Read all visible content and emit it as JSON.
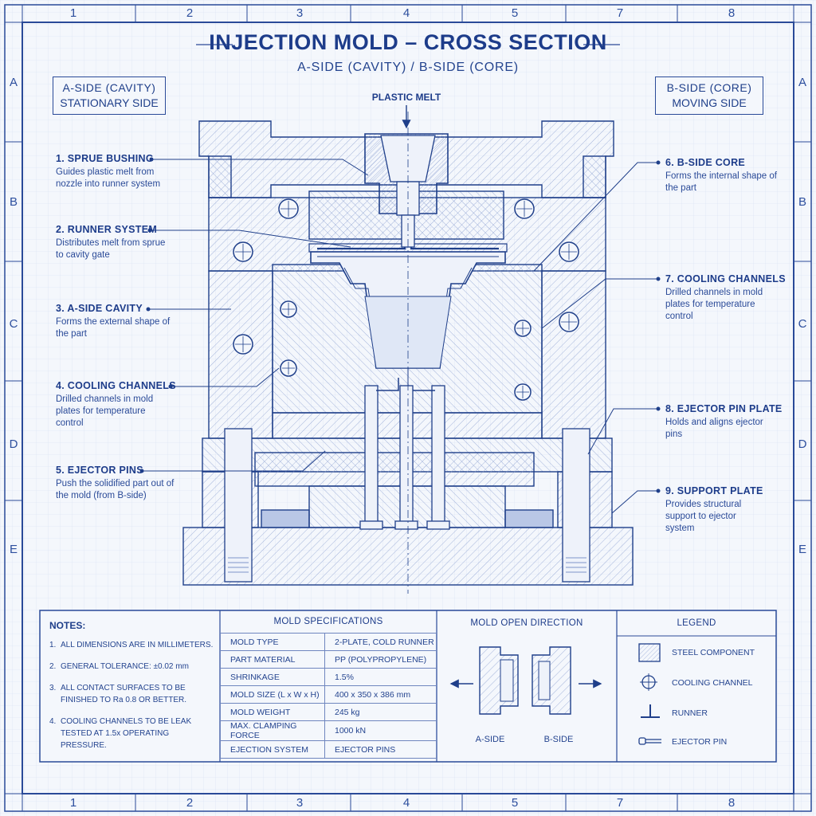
{
  "zones": {
    "columns": [
      "1",
      "2",
      "3",
      "4",
      "5",
      "7",
      "8"
    ],
    "rows": [
      "A",
      "B",
      "C",
      "D",
      "E"
    ]
  },
  "title": "INJECTION MOLD – CROSS SECTION",
  "subtitle": "A-SIDE (CAVITY) / B-SIDE (CORE)",
  "a_side_box": {
    "line1": "A-SIDE (CAVITY)",
    "line2": "STATIONARY SIDE"
  },
  "b_side_box": {
    "line1": "B-SIDE (CORE)",
    "line2": "MOVING SIDE"
  },
  "plastic_melt": "PLASTIC MELT",
  "callouts_left": [
    {
      "title": "1. SPRUE BUSHING",
      "desc": "Guides plastic melt from nozzle into runner system"
    },
    {
      "title": "2. RUNNER SYSTEM",
      "desc": "Distributes melt from sprue to cavity gate"
    },
    {
      "title": "3. A-SIDE CAVITY",
      "desc": "Forms the external shape of the part"
    },
    {
      "title": "4. COOLING CHANNELS",
      "desc": "Drilled channels in mold plates for temperature control"
    },
    {
      "title": "5. EJECTOR PINS",
      "desc": "Push the solidified part out of the mold (from B-side)"
    }
  ],
  "callouts_right": [
    {
      "title": "6. B-SIDE CORE",
      "desc": "Forms the internal shape of the part"
    },
    {
      "title": "7. COOLING CHANNELS",
      "desc": "Drilled channels in mold plates for temperature control"
    },
    {
      "title": "8. EJECTOR PIN PLATE",
      "desc": "Holds and aligns ejector pins"
    },
    {
      "title": "9. SUPPORT PLATE",
      "desc": "Provides structural support to ejector system"
    }
  ],
  "notes": {
    "heading": "NOTES:",
    "items": [
      {
        "num": "1.",
        "text": "ALL DIMENSIONS ARE IN MILLIMETERS."
      },
      {
        "num": "2.",
        "text": "GENERAL TOLERANCE: ±0.02 mm"
      },
      {
        "num": "3.",
        "text": "ALL CONTACT SURFACES TO BE FINISHED TO Ra 0.8 OR BETTER."
      },
      {
        "num": "4.",
        "text": "COOLING CHANNELS TO BE LEAK TESTED AT 1.5x OPERATING PRESSURE."
      }
    ]
  },
  "specs": {
    "heading": "MOLD SPECIFICATIONS",
    "rows": [
      {
        "label": "MOLD TYPE",
        "value": "2-PLATE, COLD RUNNER"
      },
      {
        "label": "PART MATERIAL",
        "value": "PP (POLYPROPYLENE)"
      },
      {
        "label": "SHRINKAGE",
        "value": "1.5%"
      },
      {
        "label": "MOLD SIZE (L x W x H)",
        "value": "400 x 350 x 386 mm"
      },
      {
        "label": "MOLD WEIGHT",
        "value": "245 kg"
      },
      {
        "label": "MAX. CLAMPING FORCE",
        "value": "1000 kN"
      },
      {
        "label": "EJECTION SYSTEM",
        "value": "EJECTOR PINS"
      }
    ]
  },
  "open_direction": {
    "heading": "MOLD OPEN DIRECTION",
    "a_label": "A-SIDE",
    "b_label": "B-SIDE"
  },
  "legend": {
    "heading": "LEGEND",
    "items": [
      {
        "icon": "hatched-square-icon",
        "label": "STEEL COMPONENT"
      },
      {
        "icon": "crosshair-circle-icon",
        "label": "COOLING CHANNEL"
      },
      {
        "icon": "t-runner-icon",
        "label": "RUNNER"
      },
      {
        "icon": "ejector-pin-icon",
        "label": "EJECTOR PIN"
      }
    ]
  },
  "colors": {
    "ink": "#1f3f8a",
    "paper": "#f4f7fc",
    "grid": "#c9d5ee"
  }
}
